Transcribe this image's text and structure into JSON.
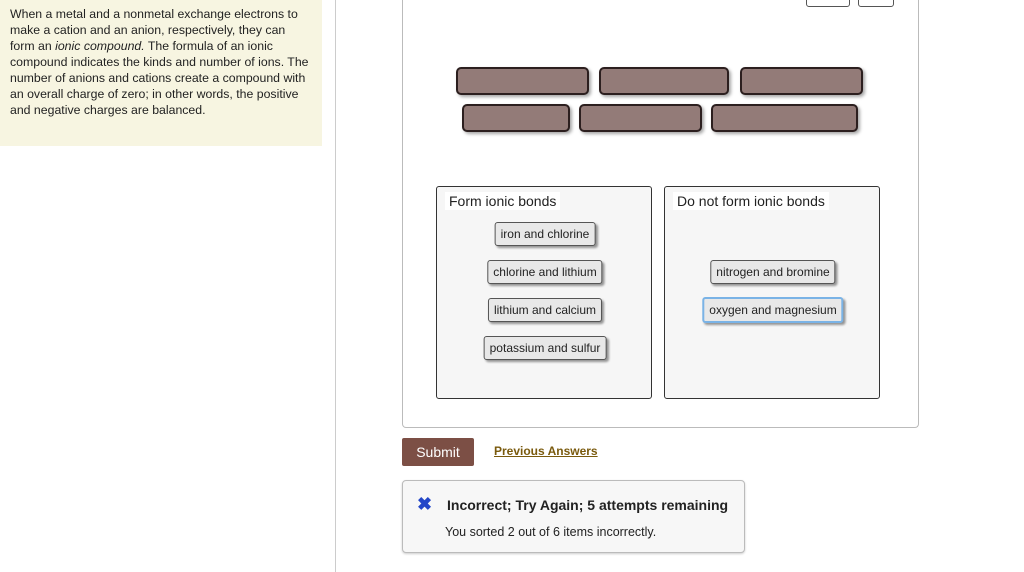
{
  "intro": {
    "text_before": "When a metal and a nonmetal exchange electrons to make a cation and an anion, respectively, they can form an ",
    "emphasis": "ionic compound.",
    "text_after": " The formula of an ionic compound indicates the kinds and number of ions. The number of anions and cations create a compound with an overall charge of zero; in other words, the positive and negative charges are balanced."
  },
  "bins": [
    {
      "title": "Form ionic bonds",
      "items": [
        "iron and chlorine",
        "chlorine and lithium",
        "lithium and calcium",
        "potassium and sulfur"
      ]
    },
    {
      "title": "Do not form ionic bonds",
      "items": [
        "nitrogen and bromine",
        "oxygen and magnesium"
      ]
    }
  ],
  "submit_label": "Submit",
  "previous_answers_label": "Previous Answers",
  "feedback": {
    "icon": "x-icon",
    "title": "Incorrect; Try Again; 5 attempts remaining",
    "message": "You sorted 2 out of 6 items incorrectly."
  },
  "colors": {
    "submit": "#7c4f45",
    "tile": "#937b78",
    "intro_bg": "#f7f5e1",
    "x_icon": "#2346c8"
  }
}
